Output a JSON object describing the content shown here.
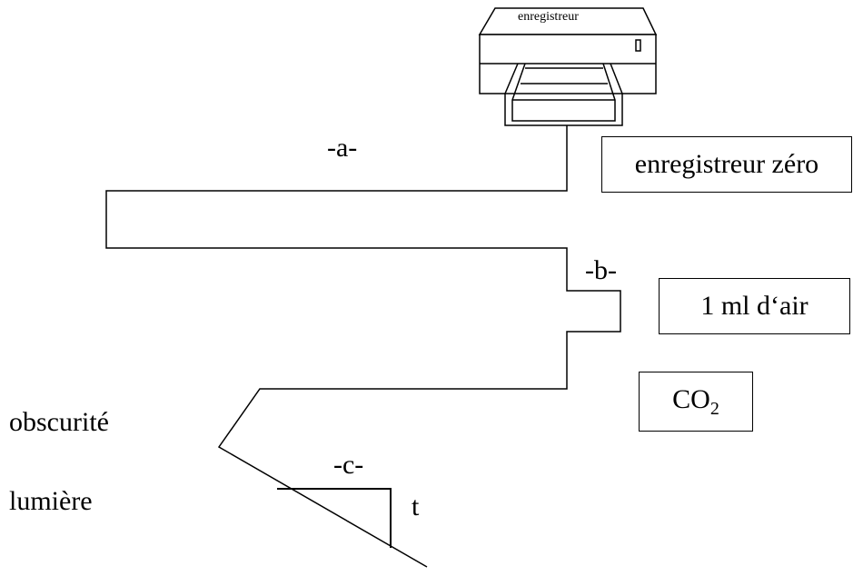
{
  "recorder": {
    "label": "enregistreur"
  },
  "labels": {
    "a": "-a-",
    "b": "-b-",
    "c": "-c-",
    "t": "t",
    "obscurite": "obscurité",
    "lumiere": "lumière"
  },
  "boxes": {
    "enregistreur_zero": "enregistreur zéro",
    "air": "1 ml d‘air",
    "co2_base": "CO",
    "co2_sub": "2"
  },
  "colors": {
    "ink": "#000000",
    "background": "#ffffff"
  }
}
